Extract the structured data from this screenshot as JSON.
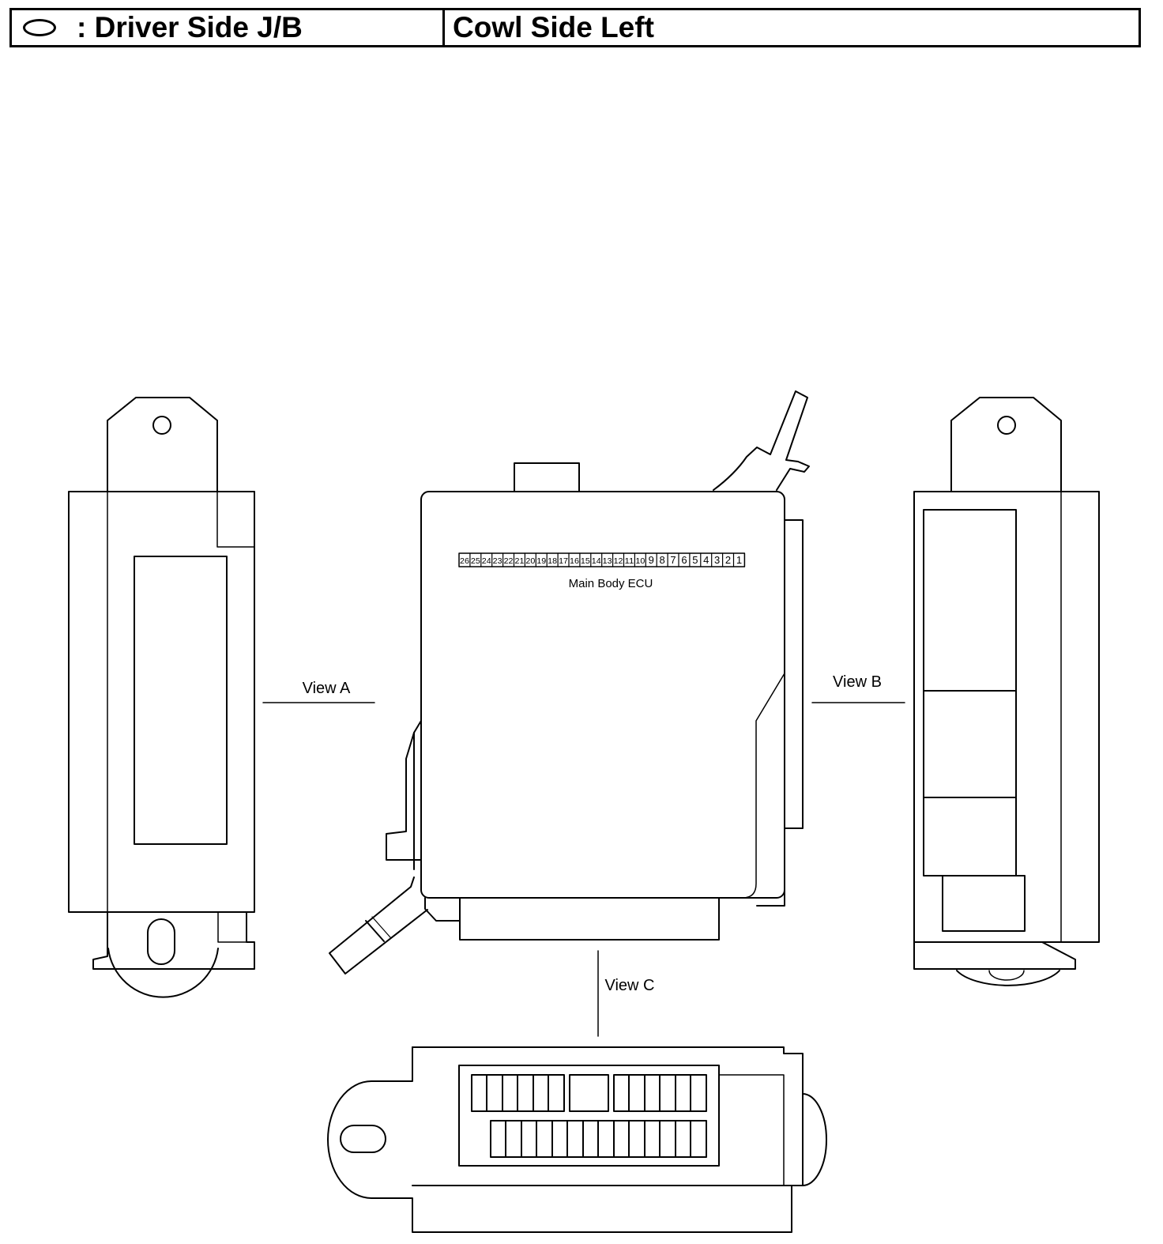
{
  "header": {
    "location_label": ": Driver Side J/B",
    "position_label": "Cowl Side Left"
  },
  "diagram": {
    "ecu_label": "Main Body ECU",
    "view_a": "View A",
    "view_b": "View B",
    "view_c": "View C",
    "pins": [
      "26",
      "25",
      "24",
      "23",
      "22",
      "21",
      "20",
      "19",
      "18",
      "17",
      "16",
      "15",
      "14",
      "13",
      "12",
      "11",
      "10",
      "9",
      "8",
      "7",
      "6",
      "5",
      "4",
      "3",
      "2",
      "1"
    ]
  }
}
